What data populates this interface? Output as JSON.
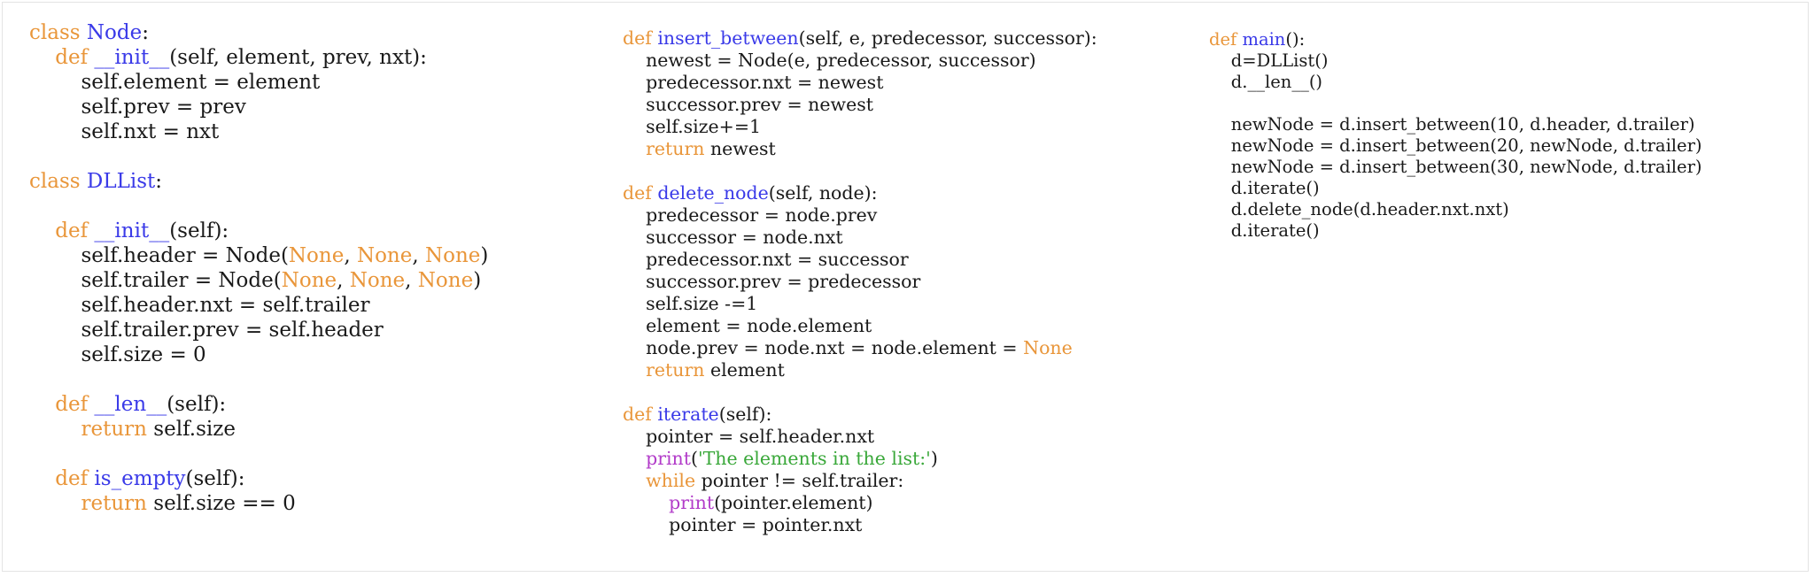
{
  "colors": {
    "keyword": "#e9963a",
    "definition": "#3a3ae8",
    "builtin": "#b23cc9",
    "string": "#3aa83a",
    "text": "#1a1a1a"
  },
  "columns": [
    {
      "name": "node-dllist-classes",
      "lines": [
        {
          "indent": "",
          "tokens": [
            [
              "kw",
              "class"
            ],
            [
              "plain",
              " "
            ],
            [
              "def",
              "Node"
            ],
            [
              "plain",
              ":"
            ]
          ]
        },
        {
          "indent": "    ",
          "tokens": [
            [
              "kw",
              "def"
            ],
            [
              "plain",
              " "
            ],
            [
              "def",
              "__init__"
            ],
            [
              "plain",
              "(self, element, prev, nxt):"
            ]
          ]
        },
        {
          "indent": "        ",
          "tokens": [
            [
              "plain",
              "self.element = element"
            ]
          ]
        },
        {
          "indent": "        ",
          "tokens": [
            [
              "plain",
              "self.prev = prev"
            ]
          ]
        },
        {
          "indent": "        ",
          "tokens": [
            [
              "plain",
              "self.nxt = nxt"
            ]
          ]
        },
        {
          "indent": "",
          "tokens": []
        },
        {
          "indent": "",
          "tokens": [
            [
              "kw",
              "class"
            ],
            [
              "plain",
              " "
            ],
            [
              "def",
              "DLList"
            ],
            [
              "plain",
              ":"
            ]
          ]
        },
        {
          "indent": "",
          "tokens": []
        },
        {
          "indent": "    ",
          "tokens": [
            [
              "kw",
              "def"
            ],
            [
              "plain",
              " "
            ],
            [
              "def",
              "__init__"
            ],
            [
              "plain",
              "(self):"
            ]
          ]
        },
        {
          "indent": "        ",
          "tokens": [
            [
              "plain",
              "self.header = Node("
            ],
            [
              "none",
              "None"
            ],
            [
              "plain",
              ", "
            ],
            [
              "none",
              "None"
            ],
            [
              "plain",
              ", "
            ],
            [
              "none",
              "None"
            ],
            [
              "plain",
              ")"
            ]
          ]
        },
        {
          "indent": "        ",
          "tokens": [
            [
              "plain",
              "self.trailer = Node("
            ],
            [
              "none",
              "None"
            ],
            [
              "plain",
              ", "
            ],
            [
              "none",
              "None"
            ],
            [
              "plain",
              ", "
            ],
            [
              "none",
              "None"
            ],
            [
              "plain",
              ")"
            ]
          ]
        },
        {
          "indent": "        ",
          "tokens": [
            [
              "plain",
              "self.header.nxt = self.trailer"
            ]
          ]
        },
        {
          "indent": "        ",
          "tokens": [
            [
              "plain",
              "self.trailer.prev = self.header"
            ]
          ]
        },
        {
          "indent": "        ",
          "tokens": [
            [
              "plain",
              "self.size = 0"
            ]
          ]
        },
        {
          "indent": "",
          "tokens": []
        },
        {
          "indent": "    ",
          "tokens": [
            [
              "kw",
              "def"
            ],
            [
              "plain",
              " "
            ],
            [
              "def",
              "__len__"
            ],
            [
              "plain",
              "(self):"
            ]
          ]
        },
        {
          "indent": "        ",
          "tokens": [
            [
              "kw",
              "return"
            ],
            [
              "plain",
              " self.size"
            ]
          ]
        },
        {
          "indent": "",
          "tokens": []
        },
        {
          "indent": "    ",
          "tokens": [
            [
              "kw",
              "def"
            ],
            [
              "plain",
              " "
            ],
            [
              "def",
              "is_empty"
            ],
            [
              "plain",
              "(self):"
            ]
          ]
        },
        {
          "indent": "        ",
          "tokens": [
            [
              "kw",
              "return"
            ],
            [
              "plain",
              " self.size == 0"
            ]
          ]
        }
      ]
    },
    {
      "name": "dllist-methods",
      "lines": [
        {
          "indent": "",
          "tokens": [
            [
              "kw",
              "def"
            ],
            [
              "plain",
              " "
            ],
            [
              "def",
              "insert_between"
            ],
            [
              "plain",
              "(self, e, predecessor, successor):"
            ]
          ]
        },
        {
          "indent": "    ",
          "tokens": [
            [
              "plain",
              "newest = Node(e, predecessor, successor)"
            ]
          ]
        },
        {
          "indent": "    ",
          "tokens": [
            [
              "plain",
              "predecessor.nxt = newest"
            ]
          ]
        },
        {
          "indent": "    ",
          "tokens": [
            [
              "plain",
              "successor.prev = newest"
            ]
          ]
        },
        {
          "indent": "    ",
          "tokens": [
            [
              "plain",
              "self.size+=1"
            ]
          ]
        },
        {
          "indent": "    ",
          "tokens": [
            [
              "kw",
              "return"
            ],
            [
              "plain",
              " newest"
            ]
          ]
        },
        {
          "indent": "",
          "tokens": []
        },
        {
          "indent": "",
          "tokens": [
            [
              "kw",
              "def"
            ],
            [
              "plain",
              " "
            ],
            [
              "def",
              "delete_node"
            ],
            [
              "plain",
              "(self, node):"
            ]
          ]
        },
        {
          "indent": "    ",
          "tokens": [
            [
              "plain",
              "predecessor = node.prev"
            ]
          ]
        },
        {
          "indent": "    ",
          "tokens": [
            [
              "plain",
              "successor = node.nxt"
            ]
          ]
        },
        {
          "indent": "    ",
          "tokens": [
            [
              "plain",
              "predecessor.nxt = successor"
            ]
          ]
        },
        {
          "indent": "    ",
          "tokens": [
            [
              "plain",
              "successor.prev = predecessor"
            ]
          ]
        },
        {
          "indent": "    ",
          "tokens": [
            [
              "plain",
              "self.size -=1"
            ]
          ]
        },
        {
          "indent": "    ",
          "tokens": [
            [
              "plain",
              "element = node.element"
            ]
          ]
        },
        {
          "indent": "    ",
          "tokens": [
            [
              "plain",
              "node.prev = node.nxt = node.element = "
            ],
            [
              "none",
              "None"
            ]
          ]
        },
        {
          "indent": "    ",
          "tokens": [
            [
              "kw",
              "return"
            ],
            [
              "plain",
              " element"
            ]
          ]
        },
        {
          "indent": "",
          "tokens": []
        },
        {
          "indent": "",
          "tokens": [
            [
              "kw",
              "def"
            ],
            [
              "plain",
              " "
            ],
            [
              "def",
              "iterate"
            ],
            [
              "plain",
              "(self):"
            ]
          ]
        },
        {
          "indent": "    ",
          "tokens": [
            [
              "plain",
              "pointer = self.header.nxt"
            ]
          ]
        },
        {
          "indent": "    ",
          "tokens": [
            [
              "builtin",
              "print"
            ],
            [
              "plain",
              "("
            ],
            [
              "str",
              "'The elements in the list:'"
            ],
            [
              "plain",
              ")"
            ]
          ]
        },
        {
          "indent": "    ",
          "tokens": [
            [
              "kw",
              "while"
            ],
            [
              "plain",
              " pointer != self.trailer:"
            ]
          ]
        },
        {
          "indent": "        ",
          "tokens": [
            [
              "builtin",
              "print"
            ],
            [
              "plain",
              "(pointer.element)"
            ]
          ]
        },
        {
          "indent": "        ",
          "tokens": [
            [
              "plain",
              "pointer = pointer.nxt"
            ]
          ]
        }
      ]
    },
    {
      "name": "main-function",
      "lines": [
        {
          "indent": "",
          "tokens": [
            [
              "kw",
              "def"
            ],
            [
              "plain",
              " "
            ],
            [
              "def",
              "main"
            ],
            [
              "plain",
              "():"
            ]
          ]
        },
        {
          "indent": "    ",
          "tokens": [
            [
              "plain",
              "d=DLList()"
            ]
          ]
        },
        {
          "indent": "    ",
          "tokens": [
            [
              "plain",
              "d.__len__()"
            ]
          ]
        },
        {
          "indent": "",
          "tokens": []
        },
        {
          "indent": "    ",
          "tokens": [
            [
              "plain",
              "newNode = d.insert_between(10, d.header, d.trailer)"
            ]
          ]
        },
        {
          "indent": "    ",
          "tokens": [
            [
              "plain",
              "newNode = d.insert_between(20, newNode, d.trailer)"
            ]
          ]
        },
        {
          "indent": "    ",
          "tokens": [
            [
              "plain",
              "newNode = d.insert_between(30, newNode, d.trailer)"
            ]
          ]
        },
        {
          "indent": "    ",
          "tokens": [
            [
              "plain",
              "d.iterate()"
            ]
          ]
        },
        {
          "indent": "    ",
          "tokens": [
            [
              "plain",
              "d.delete_node(d.header.nxt.nxt)"
            ]
          ]
        },
        {
          "indent": "    ",
          "tokens": [
            [
              "plain",
              "d.iterate()"
            ]
          ]
        }
      ]
    }
  ]
}
